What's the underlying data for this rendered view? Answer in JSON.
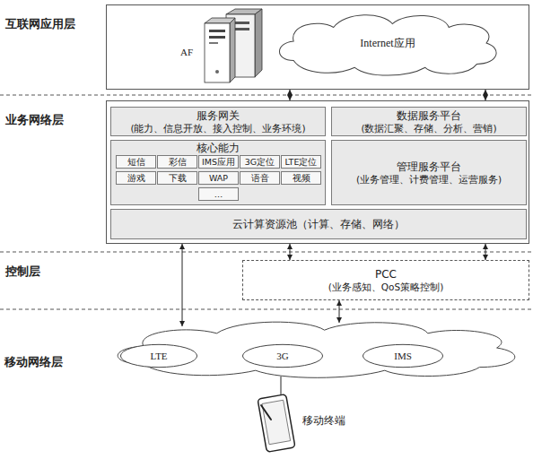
{
  "diagram": {
    "nodes": [
      {
        "text": [
          "互联网应用层"
        ]
      },
      {
        "text": [
          "AF"
        ],
        "in": 0
      },
      {
        "text": [
          "Internet应用"
        ],
        "in": 0
      },
      {
        "text": [
          "业务网络层"
        ]
      },
      {
        "text": [
          "服务网关",
          "(能力、信息开放、接入控制、业务环境)"
        ],
        "in": 3
      },
      {
        "text": [
          "数据服务平台",
          "(数据汇聚、存储、分析、营销)"
        ],
        "in": 3
      },
      {
        "text": [
          "核心能力"
        ],
        "in": 3
      },
      {
        "text": [
          "短信"
        ],
        "in": 6
      },
      {
        "text": [
          "彩信"
        ],
        "in": 6
      },
      {
        "text": [
          "IMS应用"
        ],
        "in": 6
      },
      {
        "text": [
          "3G定位"
        ],
        "in": 6
      },
      {
        "text": [
          "LTE定位"
        ],
        "in": 6
      },
      {
        "text": [
          "游戏"
        ],
        "in": 6
      },
      {
        "text": [
          "下载"
        ],
        "in": 6
      },
      {
        "text": [
          "WAP"
        ],
        "in": 6
      },
      {
        "text": [
          "语音"
        ],
        "in": 6
      },
      {
        "text": [
          "视频"
        ],
        "in": 6
      },
      {
        "text": [
          "…"
        ],
        "in": 6
      },
      {
        "text": [
          "管理服务平台",
          "(业务管理、计费管理、运营服务)"
        ],
        "in": 3
      },
      {
        "text": [
          "云计算资源池（计算、存储、网络）"
        ],
        "in": 3
      },
      {
        "text": [
          "控制层",
          "PCC",
          "(业务感知、QoS策略控制)"
        ]
      },
      {
        "text": [
          "移动网络层"
        ]
      },
      {
        "text": [
          "LTE"
        ],
        "in": 21
      },
      {
        "text": [
          "3G"
        ],
        "in": 21
      },
      {
        "text": [
          "IMS"
        ],
        "in": 21
      },
      {
        "text": [
          "移动终端"
        ]
      }
    ],
    "edges": [
      {
        "from": 0,
        "to": 3,
        "arrow": "both"
      },
      {
        "from": 0,
        "to": 3,
        "arrow": "both"
      },
      {
        "from": 3,
        "to": 20,
        "arrow": "both"
      },
      {
        "from": 3,
        "to": 20,
        "arrow": "both"
      },
      {
        "from": 3,
        "to": 21,
        "arrow": "both"
      },
      {
        "from": 20,
        "to": 21,
        "arrow": "both"
      },
      {
        "from": 21,
        "to": 25,
        "arrow": "none"
      }
    ]
  }
}
